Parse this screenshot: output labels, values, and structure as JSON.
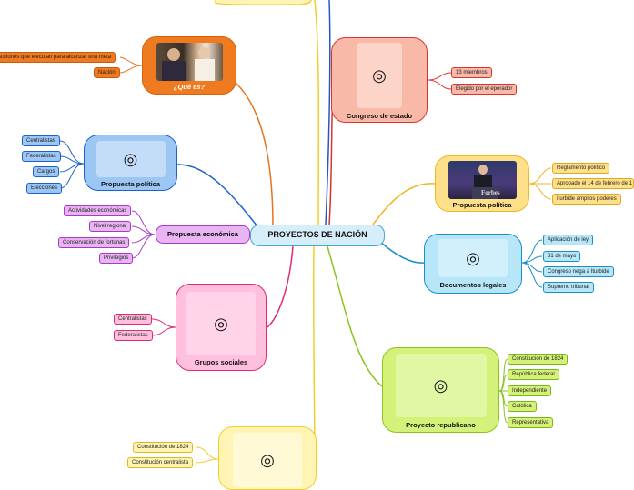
{
  "center": {
    "title": "PROYECTOS DE NACIÓN"
  },
  "que_es": {
    "title": "¿Qué es?",
    "items": [
      "Acciones que ejecutan para alcanzar una meta",
      "Nación"
    ],
    "icon": "portrait-painting-icon",
    "fill": "#ef7a1f"
  },
  "propuesta_politica_left": {
    "title": "Propuesta política",
    "items": [
      "Centralistas",
      "Federalistas",
      "Cargos",
      "Elecciones"
    ],
    "icon": "camera-icon",
    "fill": "#9cc7f4"
  },
  "propuesta_economica": {
    "title": "Propuesta económica",
    "items": [
      "Actividades económicas",
      "Nivel regional",
      "Conservación de fortunas",
      "Privilegios"
    ],
    "fill": "#e9b4f2"
  },
  "grupos_sociales": {
    "title": "Grupos sociales",
    "items": [
      "Centralistas",
      "Federalistas"
    ],
    "icon": "camera-icon",
    "fill": "#ffc0de"
  },
  "bottom_node": {
    "items": [
      "Constitución de 1824",
      "Constitución centralista"
    ],
    "icon": "camera-icon",
    "fill": "#fff4b3"
  },
  "congreso": {
    "title": "Congreso de estado",
    "items": [
      "13 miembros",
      "Elegido por el eperador"
    ],
    "icon": "camera-icon",
    "fill": "#f8b9a8"
  },
  "propuesta_politica_right": {
    "title": "Propuesta política",
    "items": [
      "Reglamento político",
      "Aprobado el 14 de febrero de 1",
      "Iturbide amplios poderes"
    ],
    "icon": "speaker-photo-icon",
    "photo_text": "Forbes",
    "fill": "#ffe08a"
  },
  "documentos": {
    "title": "Documentos legales",
    "items": [
      "Aplicación de ley",
      "31 de mayo",
      "Congreso nega a Iturbide",
      "Supremo tribunal"
    ],
    "icon": "camera-icon",
    "fill": "#b7e6f8"
  },
  "republicano": {
    "title": "Proyecto republicano",
    "items": [
      "Constitución de 1824",
      "República federal",
      "Independiente",
      "Católica",
      "Representativa"
    ],
    "icon": "camera-icon",
    "fill": "#d4f27a"
  }
}
